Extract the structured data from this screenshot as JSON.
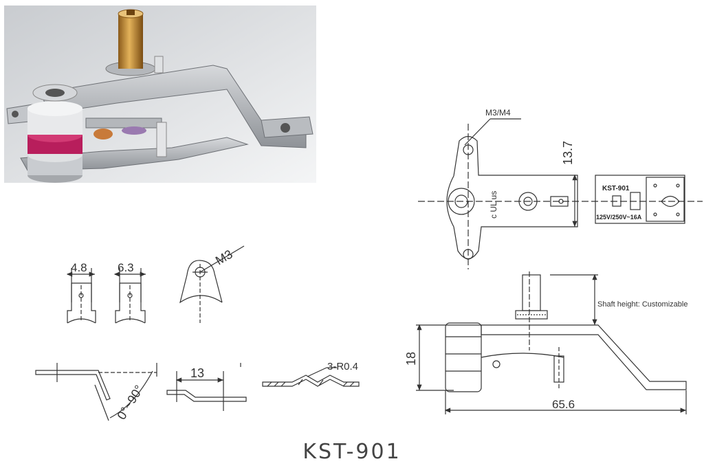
{
  "product_title": "KST-901",
  "terminals": {
    "width_a": "4.8",
    "width_b": "6.3",
    "mount_hole": "M3"
  },
  "bends": {
    "angle": "0°~90°",
    "offset": "13",
    "radius": "3-R0.4"
  },
  "top_view": {
    "hole_spec": "M3/M4",
    "height_dim": "13.7",
    "label_model": "KST-901",
    "label_rating": "125V/250V~16A",
    "cert_mark": "c UL us"
  },
  "side_view": {
    "shaft_note": "Shaft height: Customizable",
    "height_dim": "18",
    "length_dim": "65.6"
  },
  "colors": {
    "line": "#333333",
    "brass": "#c8963c",
    "magenta": "#b81e5c",
    "steel": "#a9acb1"
  }
}
